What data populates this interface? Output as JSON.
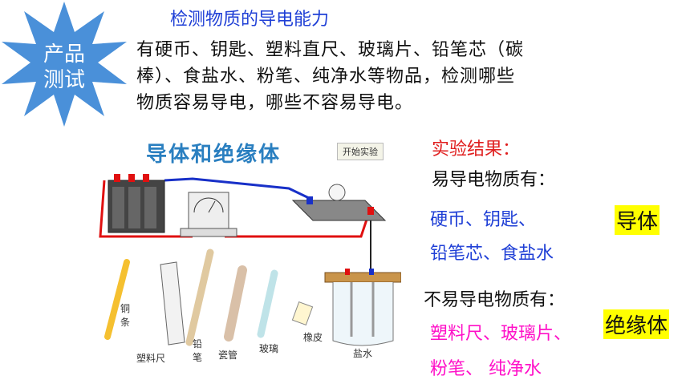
{
  "badge": {
    "line1": "产品",
    "line2": "测试"
  },
  "title": "检测物质的导电能力",
  "intro": {
    "line1": "有硬币、钥匙、塑料直尺、玻璃片、铅笔芯（碳",
    "line2": "棒）、食盐水、粉笔、纯净水等物品，检测哪些",
    "line3": "物质容易导电，哪些不容易导电。"
  },
  "diagram": {
    "title": "导体和绝缘体",
    "start_button": "开始实验",
    "labels": {
      "copper": "铜\n条",
      "ruler": "塑料尺",
      "pencil": "铅\n笔",
      "ceramic": "瓷管",
      "glass": "玻璃",
      "eraser": "橡皮",
      "saltwater": "盐水"
    }
  },
  "results": {
    "heading": "实验结果：",
    "conductive_heading": "易导电物质有：",
    "conductive_line1": "硬币、钥匙、",
    "conductive_line2": "铅笔芯、食盐水",
    "conductor_tag": "导体",
    "nonconductive_heading": "不易导电物质有：",
    "nonconductive_line1": "塑料尺、玻璃片、",
    "nonconductive_line2": "粉笔、 纯净水",
    "insulator_tag": "绝缘体"
  },
  "colors": {
    "star": "#4a90d9",
    "title_blue": "#1f3fd6",
    "result_red": "#e02020",
    "magenta": "#ff10c8",
    "highlight": "#ffff00"
  }
}
